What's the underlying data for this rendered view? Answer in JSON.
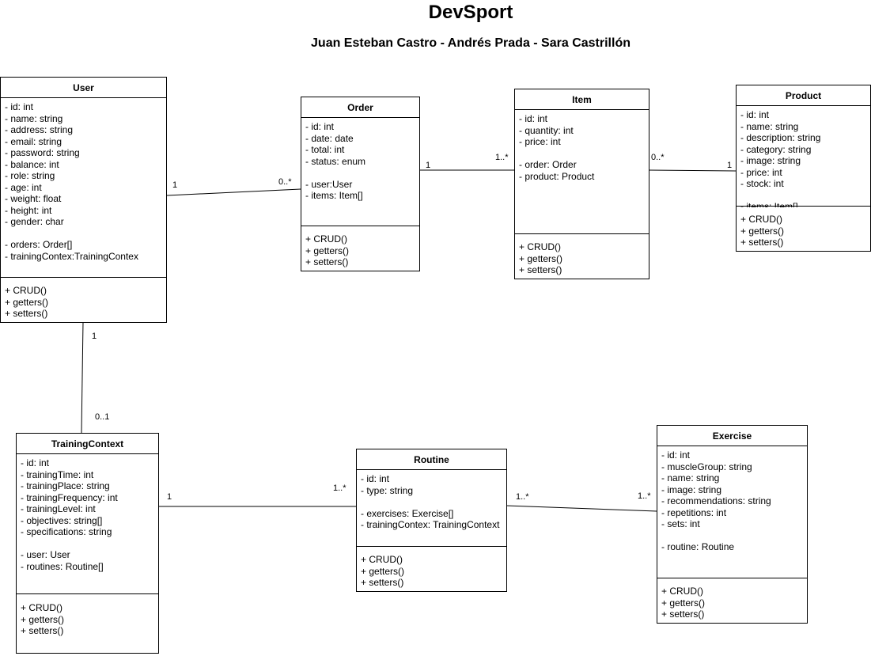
{
  "header": {
    "title": "DevSport",
    "subtitle": "Juan Esteban Castro  - Andrés Prada - Sara Castrillón"
  },
  "classes": {
    "user": {
      "name": "User",
      "attributes": [
        "- id: int",
        "- name: string",
        "- address: string",
        "- email: string",
        "- password: string",
        "- balance: int",
        "- role: string",
        "- age: int",
        "- weight: float",
        "- height: int",
        "- gender: char",
        "",
        "- orders: Order[]",
        "- trainingContex:TrainingContex"
      ],
      "operations": [
        "+ CRUD()",
        "+ getters()",
        "+ setters()"
      ]
    },
    "order": {
      "name": "Order",
      "attributes": [
        "- id: int",
        "- date: date",
        "- total: int",
        "- status: enum",
        "",
        "- user:User",
        "- items: Item[]"
      ],
      "operations": [
        "+ CRUD()",
        "+ getters()",
        "+ setters()"
      ]
    },
    "item": {
      "name": "Item",
      "attributes": [
        "- id: int",
        "- quantity: int",
        "- price: int",
        "",
        "- order: Order",
        "- product: Product"
      ],
      "operations": [
        "+ CRUD()",
        "+ getters()",
        "+ setters()"
      ]
    },
    "product": {
      "name": "Product",
      "attributes": [
        "- id: int",
        "- name: string",
        "- description: string",
        "- category: string",
        "- image: string",
        "- price: int",
        "- stock: int",
        "",
        "- items: Item[]"
      ],
      "operations": [
        "+ CRUD()",
        "+ getters()",
        "+ setters()"
      ]
    },
    "training_context": {
      "name": "TrainingContext",
      "attributes": [
        "- id: int",
        "- trainingTime: int",
        "- trainingPlace: string",
        "- trainingFrequency: int",
        "- trainingLevel: int",
        "- objectives: string[]",
        "- specifications: string",
        "",
        "- user: User",
        "- routines: Routine[]"
      ],
      "operations": [
        "+ CRUD()",
        "+ getters()",
        "+ setters()"
      ]
    },
    "routine": {
      "name": "Routine",
      "attributes": [
        "- id: int",
        "- type: string",
        "",
        "- exercises: Exercise[]",
        "- trainingContex: TrainingContext"
      ],
      "operations": [
        "+ CRUD()",
        "+ getters()",
        "+ setters()"
      ]
    },
    "exercise": {
      "name": "Exercise",
      "attributes": [
        "- id: int",
        "- muscleGroup: string",
        "- name: string",
        "- image: string",
        "- recommendations: string",
        "- repetitions: int",
        "- sets: int",
        "",
        "- routine: Routine"
      ],
      "operations": [
        "+ CRUD()",
        "+ getters()",
        "+ setters()"
      ]
    }
  },
  "associations": {
    "user_order": {
      "from": "1",
      "to": "0..*"
    },
    "order_item": {
      "from": "1",
      "to": "1..*"
    },
    "item_product": {
      "from": "0..*",
      "to": "1"
    },
    "user_training": {
      "from": "1",
      "to": "0..1"
    },
    "training_routine": {
      "from": "1",
      "to": "1..*"
    },
    "routine_exercise": {
      "from": "1..*",
      "to": "1..*"
    }
  }
}
